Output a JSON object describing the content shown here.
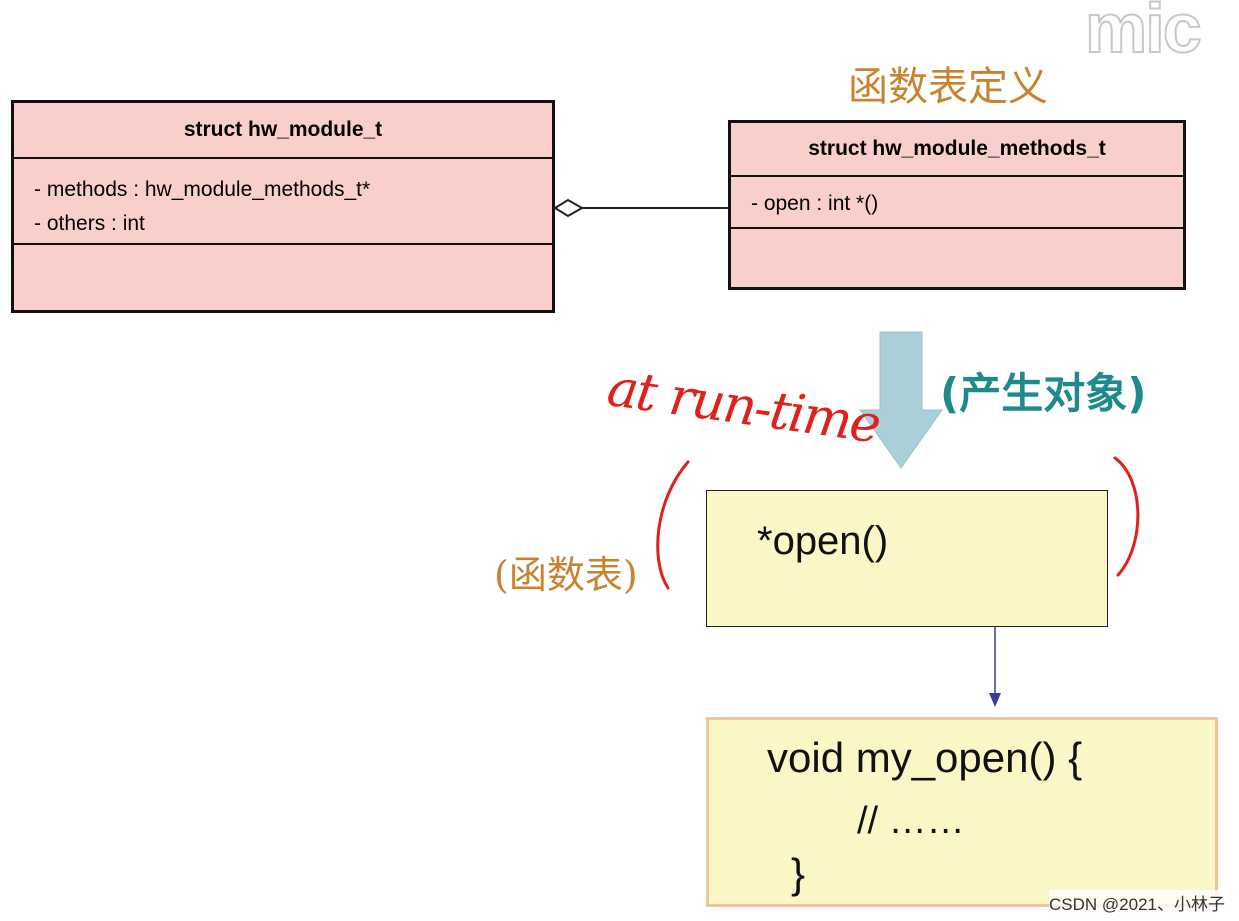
{
  "watermark": "mic",
  "heading_function_table_def": "函数表定义",
  "module_struct": {
    "title": "struct hw_module_t",
    "attributes": [
      "- methods : hw_module_methods_t*",
      "- others : int"
    ]
  },
  "methods_struct": {
    "title": "struct hw_module_methods_t",
    "attributes": [
      "- open : int *()"
    ]
  },
  "label_create_object": "(产生对象)",
  "handwritten_note": "at run-time",
  "label_function_table": "(函数表)",
  "function_table_entry": "*open()",
  "implementation_code": [
    "void my_open() {",
    "// ……",
    "}"
  ],
  "credit": "CSDN @2021、小林子",
  "colors": {
    "class_fill": "#f9cfcc",
    "table_fill": "#fbf6c6",
    "arrow_fill": "#a9cfd8",
    "orange_text": "#c9822e",
    "teal_text": "#1f8a8c",
    "handwriting": "#e0201b",
    "pointer_line": "#3a3a9a"
  }
}
